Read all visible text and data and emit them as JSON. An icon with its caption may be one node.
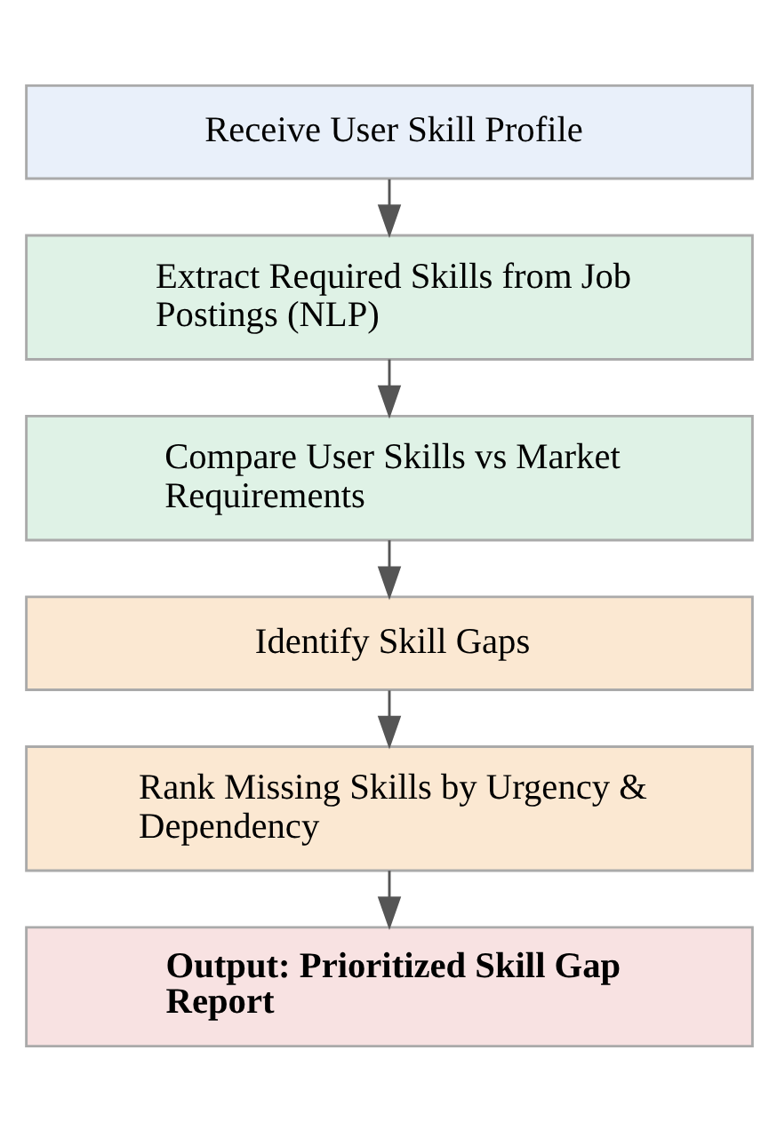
{
  "diagram": {
    "nodes": [
      {
        "text": [
          "Receive User Skill Profile"
        ]
      },
      {
        "text": [
          "Extract Required Skills from Job Postings (NLP)"
        ]
      },
      {
        "text": [
          "Compare User Skills vs Market Requirements"
        ]
      },
      {
        "text": [
          "Identify Skill Gaps"
        ]
      },
      {
        "text": [
          "Rank Missing Skills by Urgency & Dependency"
        ]
      },
      {
        "text": [
          "Output: Prioritized Skill Gap Report"
        ]
      }
    ],
    "edges": [
      {
        "from": 0,
        "to": 1,
        "arrow": "to"
      },
      {
        "from": 1,
        "to": 2,
        "arrow": "to"
      },
      {
        "from": 2,
        "to": 3,
        "arrow": "to"
      },
      {
        "from": 3,
        "to": 4,
        "arrow": "to"
      },
      {
        "from": 4,
        "to": 5,
        "arrow": "to"
      }
    ]
  }
}
